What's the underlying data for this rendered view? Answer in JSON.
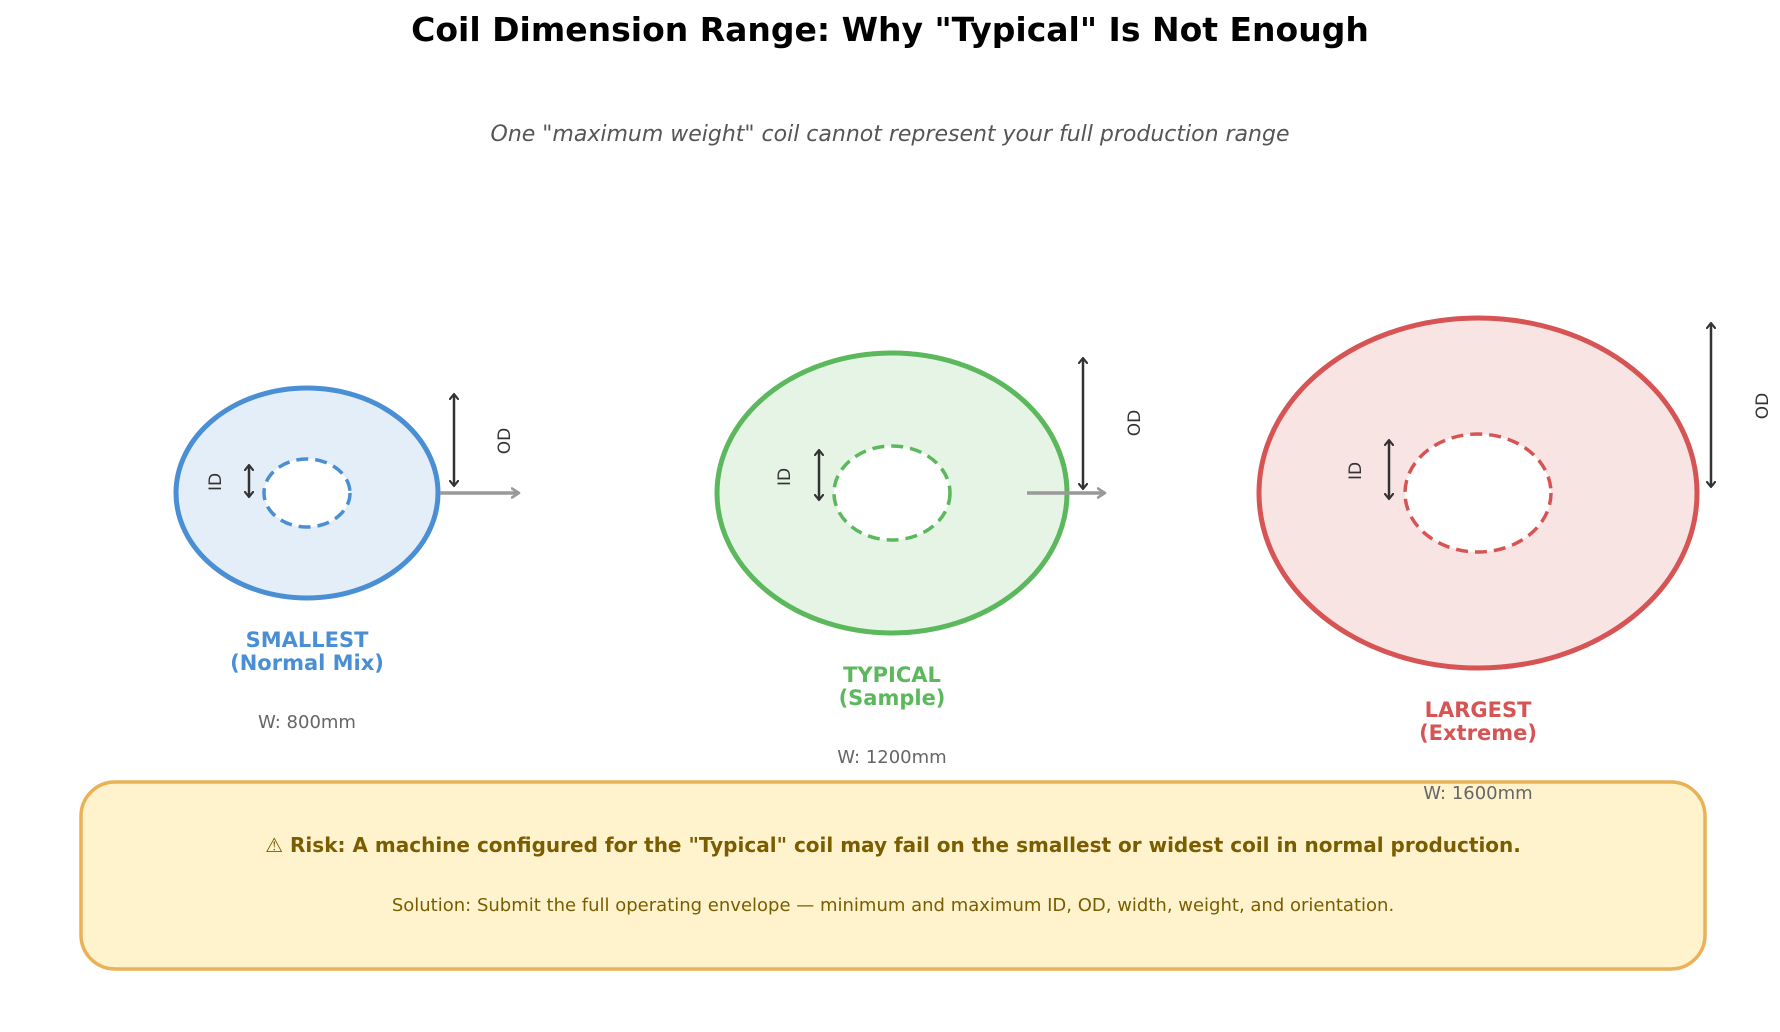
{
  "title": "Coil Dimension Range: Why \"Typical\" Is Not Enough",
  "subtitle": "One \"maximum weight\" coil cannot represent your full production range",
  "labels": {
    "id": "ID",
    "od": "OD"
  },
  "coils": [
    {
      "key": "smallest",
      "name_line1": "SMALLEST",
      "name_line2": "(Normal Mix)",
      "width_text": "W: 800mm",
      "stroke": "#4a8fd4",
      "fill": "#e4eef9",
      "has_arrow": true
    },
    {
      "key": "typical",
      "name_line1": "TYPICAL",
      "name_line2": "(Sample)",
      "width_text": "W: 1200mm",
      "stroke": "#5cb85c",
      "fill": "#e6f4e6",
      "has_arrow": true
    },
    {
      "key": "largest",
      "name_line1": "LARGEST",
      "name_line2": "(Extreme)",
      "width_text": "W: 1600mm",
      "stroke": "#d65454",
      "fill": "#f9e4e4",
      "has_arrow": false
    }
  ],
  "risk_box": {
    "icon": "warning-icon",
    "icon_glyph": "⚠",
    "risk": "Risk: A machine configured for the \"Typical\" coil may fail on the smallest or widest coil in normal production.",
    "solution": "Solution: Submit the full operating envelope — minimum and maximum ID, OD, width, weight, and orientation.",
    "fill": "#fff3cd",
    "stroke": "#eab156"
  },
  "colors": {
    "dim_arrow": "#333333",
    "flow_arrow": "#999999"
  }
}
